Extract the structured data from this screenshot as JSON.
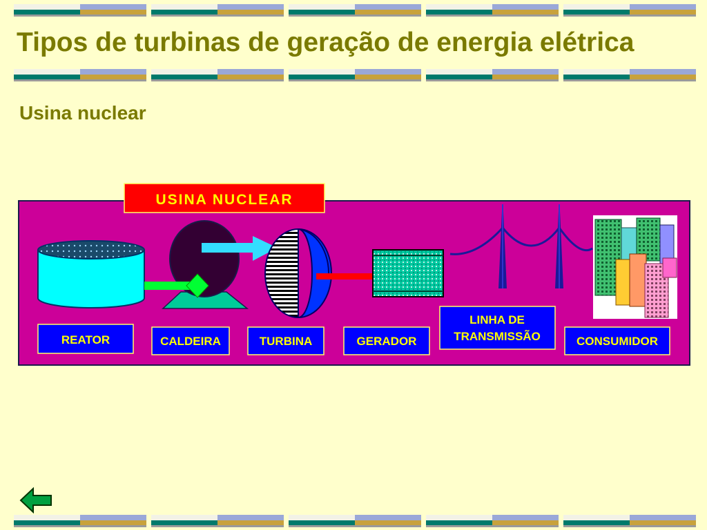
{
  "title": "Tipos de turbinas de geração de energia elétrica",
  "subtitle": "Usina nuclear",
  "diagram": {
    "banner": "USINA NUCLEAR",
    "labels": {
      "reator": "REATOR",
      "caldeira": "CALDEIRA",
      "turbina": "TURBINA",
      "gerador": "GERADOR",
      "linha_1": "LINHA DE",
      "linha_2": "TRANSMISSÃO",
      "consumidor": "CONSUMIDOR"
    }
  },
  "colors": {
    "background": "#ffffcc",
    "title": "#7a7a00",
    "panel": "#cc0099",
    "label_box": "#0000ff",
    "banner": "#ff0000",
    "label_text": "#ffff00",
    "banner_text": "#ffff00"
  },
  "icons": {
    "back": "arrow-left-icon"
  }
}
